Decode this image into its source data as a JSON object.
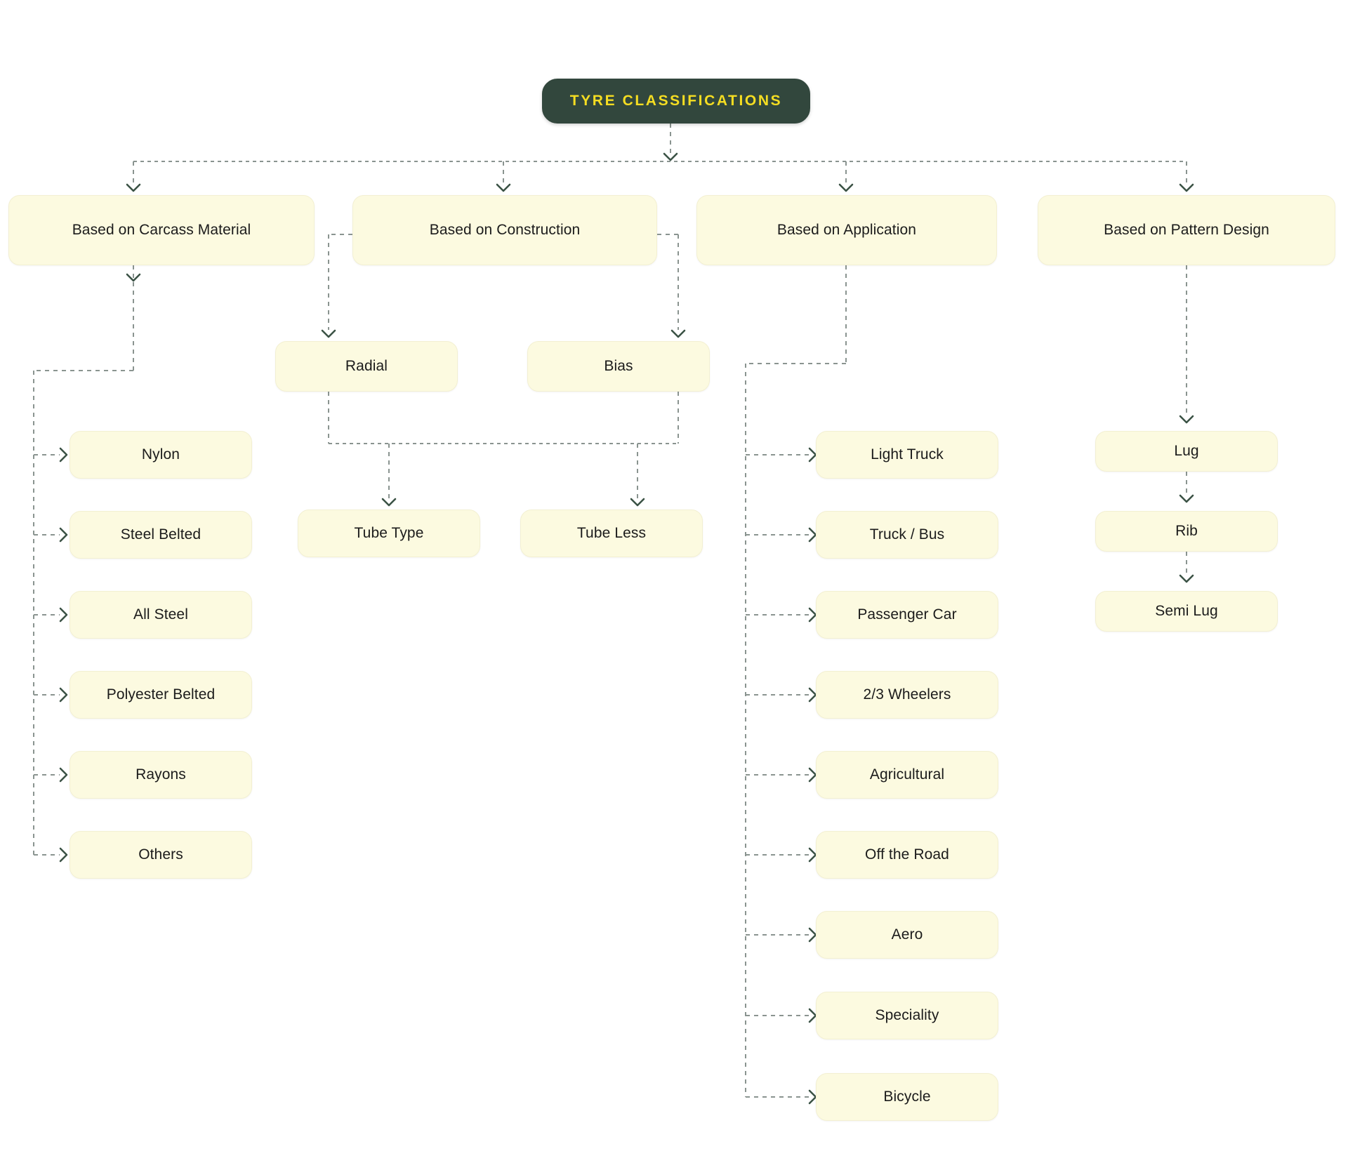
{
  "diagram": {
    "title": "Tyre Classifications Flowchart",
    "colors": {
      "root_bg": "#32473d",
      "root_text": "#f5dd22",
      "node_bg": "#fcfae0",
      "node_text": "#1b1b1b",
      "edge_line": "#8a9490",
      "edge_arrow": "#3b5245",
      "canvas_bg": "#ffffff"
    },
    "root": {
      "label": "TYRE CLASSIFICATIONS"
    },
    "branches": [
      {
        "id": "carcass",
        "label": "Based on Carcass Material",
        "children": [
          {
            "label": "Nylon"
          },
          {
            "label": "Steel Belted"
          },
          {
            "label": "All Steel"
          },
          {
            "label": "Polyester Belted"
          },
          {
            "label": "Rayons"
          },
          {
            "label": "Others"
          }
        ]
      },
      {
        "id": "construction",
        "label": "Based on Construction",
        "children": [
          {
            "label": "Radial"
          },
          {
            "label": "Bias"
          },
          {
            "label": "Tube Type"
          },
          {
            "label": "Tube Less"
          }
        ]
      },
      {
        "id": "application",
        "label": "Based on Application",
        "children": [
          {
            "label": "Light Truck"
          },
          {
            "label": "Truck / Bus"
          },
          {
            "label": "Passenger Car"
          },
          {
            "label": "2/3 Wheelers"
          },
          {
            "label": "Agricultural"
          },
          {
            "label": "Off the Road"
          },
          {
            "label": "Aero"
          },
          {
            "label": "Speciality"
          },
          {
            "label": "Bicycle"
          }
        ]
      },
      {
        "id": "pattern",
        "label": "Based on Pattern Design",
        "children": [
          {
            "label": "Lug"
          },
          {
            "label": "Rib"
          },
          {
            "label": "Semi Lug"
          }
        ]
      }
    ]
  }
}
